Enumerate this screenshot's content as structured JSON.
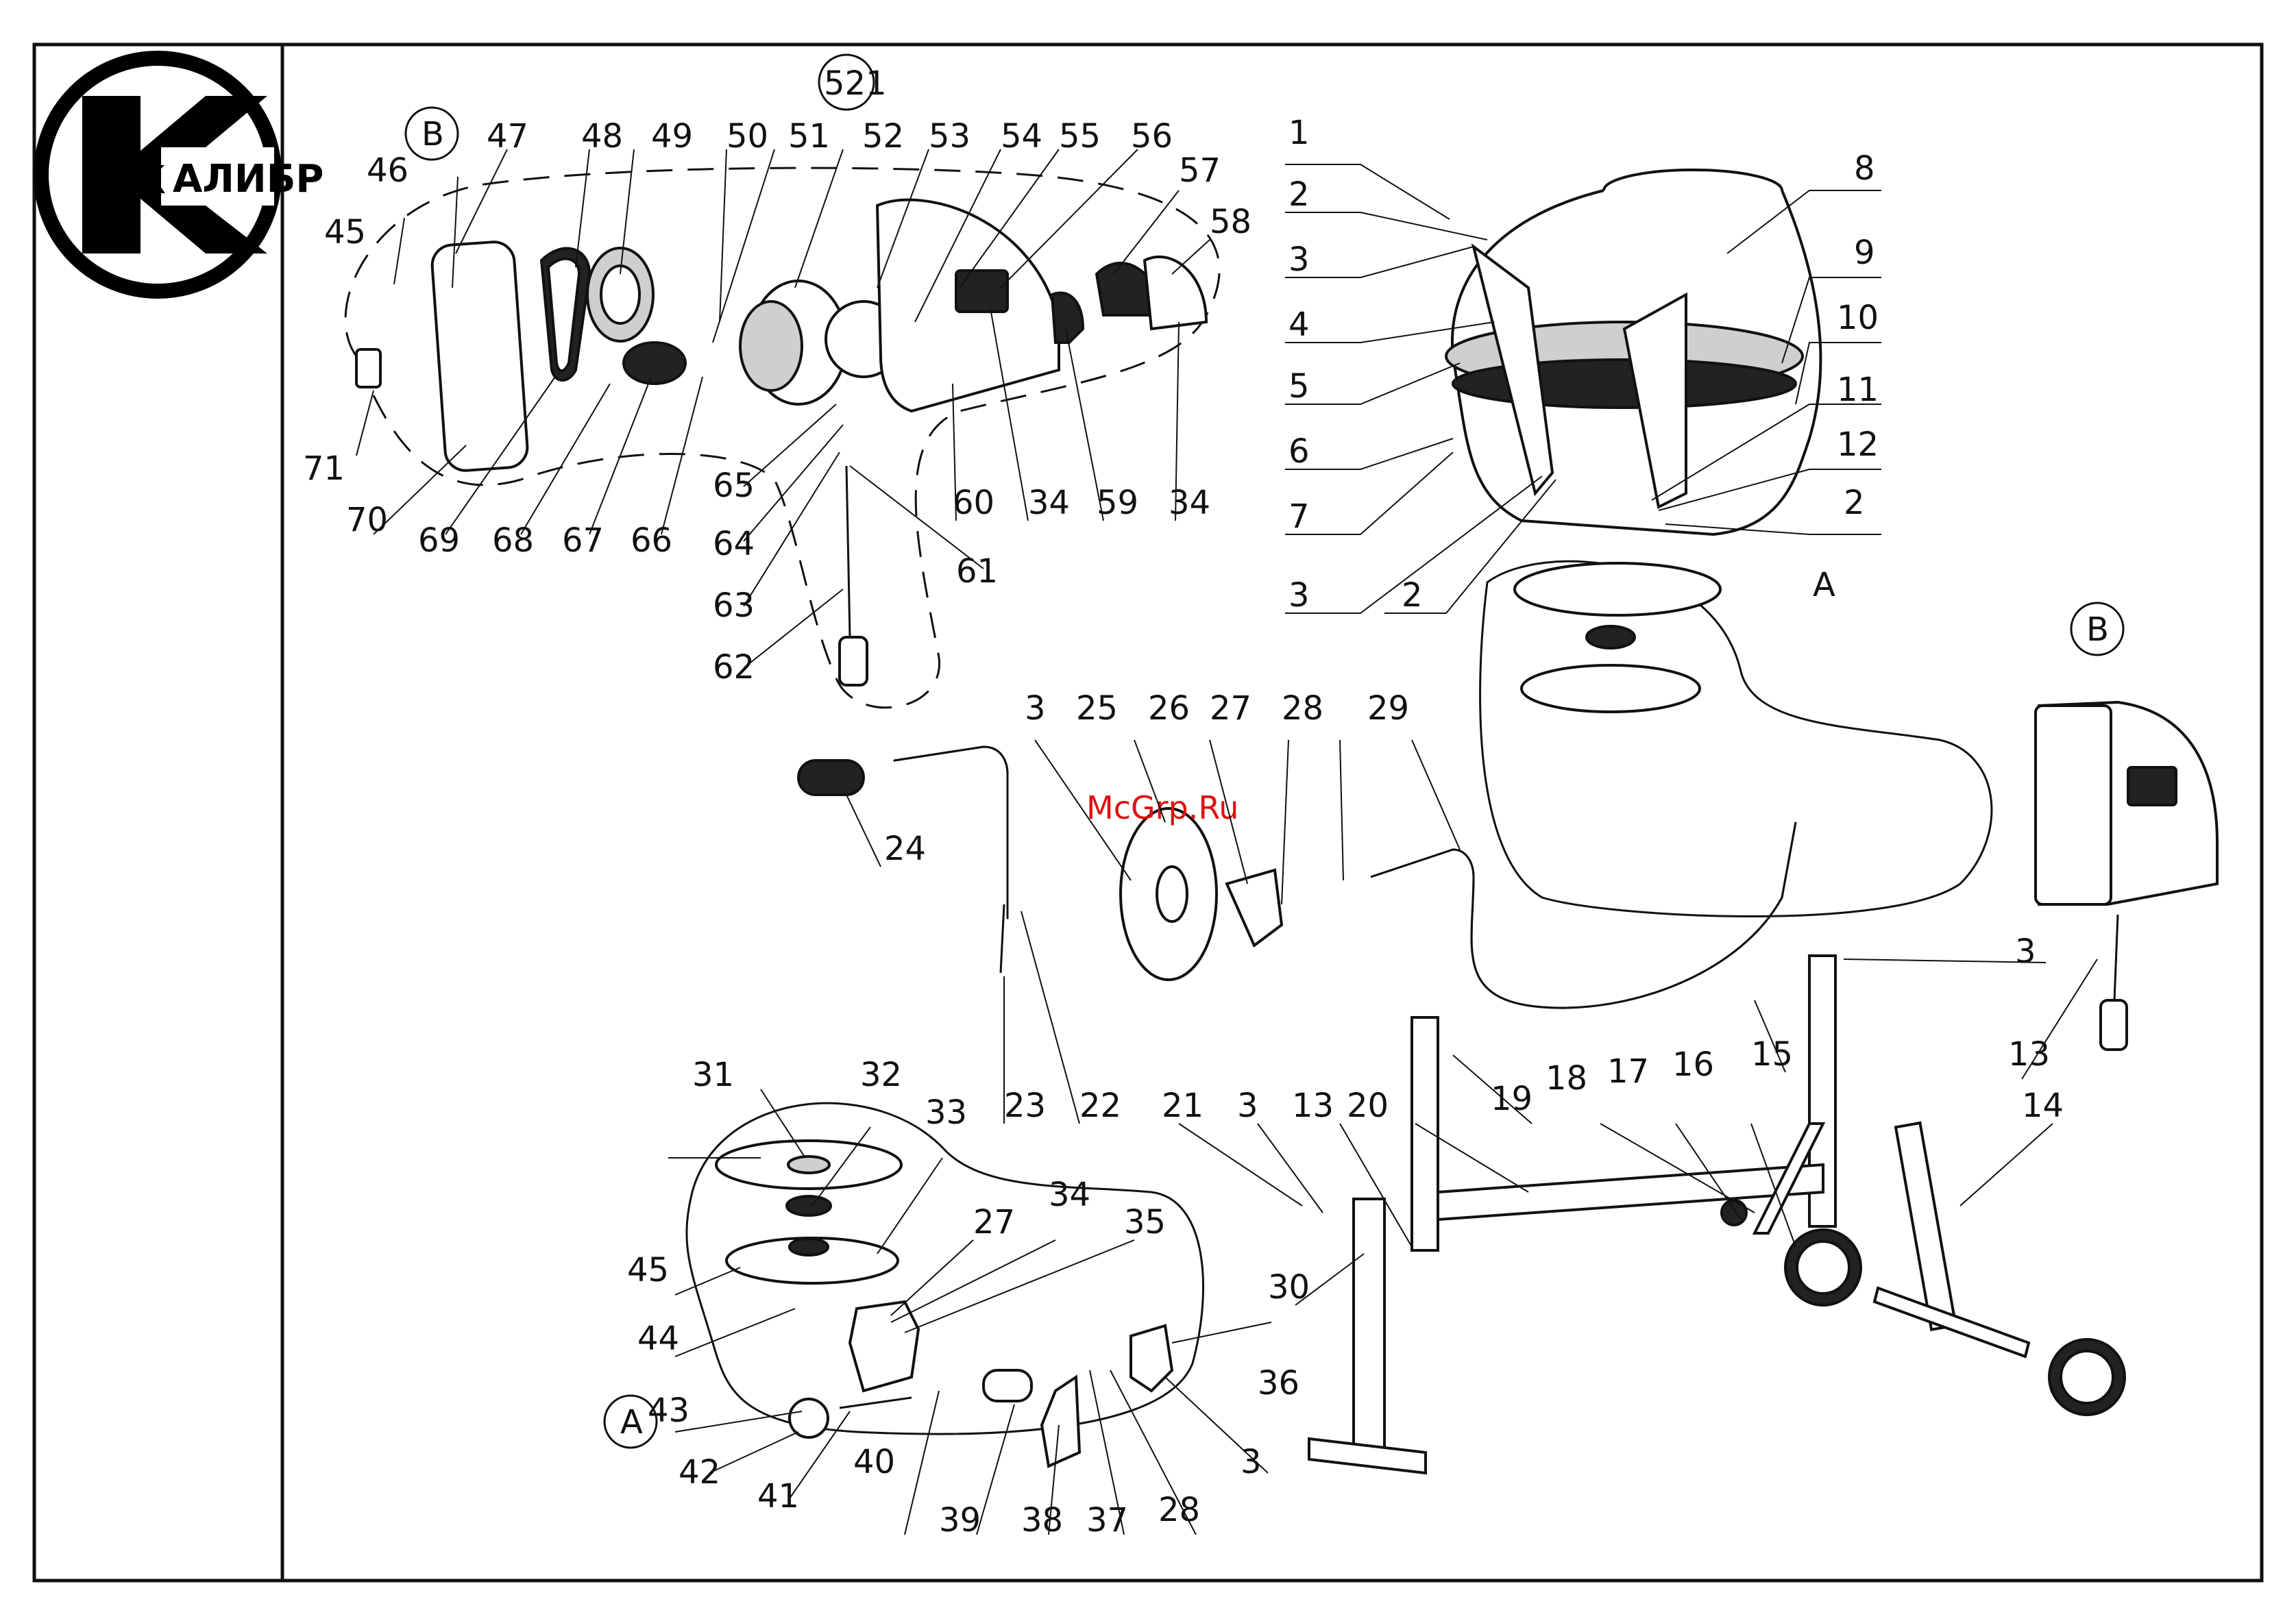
{
  "logo": {
    "letter": "К",
    "text": "АЛИБР"
  },
  "watermark": "McGrp.Ru",
  "callouts": [
    {
      "id": "c1",
      "label": "1"
    },
    {
      "id": "c2a",
      "label": "2"
    },
    {
      "id": "c3a",
      "label": "3"
    },
    {
      "id": "c4",
      "label": "4"
    },
    {
      "id": "c5",
      "label": "5"
    },
    {
      "id": "c6",
      "label": "6"
    },
    {
      "id": "c7",
      "label": "7"
    },
    {
      "id": "c3b",
      "label": "3"
    },
    {
      "id": "c2b",
      "label": "2"
    },
    {
      "id": "c8",
      "label": "8"
    },
    {
      "id": "c9",
      "label": "9"
    },
    {
      "id": "c10",
      "label": "10"
    },
    {
      "id": "c11",
      "label": "11"
    },
    {
      "id": "c12",
      "label": "12"
    },
    {
      "id": "c2c",
      "label": "2"
    },
    {
      "id": "c45a",
      "label": "45"
    },
    {
      "id": "c46",
      "label": "46"
    },
    {
      "id": "cBa",
      "label": "B"
    },
    {
      "id": "c47",
      "label": "47"
    },
    {
      "id": "c48",
      "label": "48"
    },
    {
      "id": "c49",
      "label": "49"
    },
    {
      "id": "c50",
      "label": "50"
    },
    {
      "id": "c51",
      "label": "51"
    },
    {
      "id": "c521",
      "label": "521"
    },
    {
      "id": "c52",
      "label": "52"
    },
    {
      "id": "c53",
      "label": "53"
    },
    {
      "id": "c54",
      "label": "54"
    },
    {
      "id": "c55",
      "label": "55"
    },
    {
      "id": "c56",
      "label": "56"
    },
    {
      "id": "c57",
      "label": "57"
    },
    {
      "id": "c58",
      "label": "58"
    },
    {
      "id": "c71",
      "label": "71"
    },
    {
      "id": "c70",
      "label": "70"
    },
    {
      "id": "c69",
      "label": "69"
    },
    {
      "id": "c68",
      "label": "68"
    },
    {
      "id": "c67",
      "label": "67"
    },
    {
      "id": "c66",
      "label": "66"
    },
    {
      "id": "c65",
      "label": "65"
    },
    {
      "id": "c64",
      "label": "64"
    },
    {
      "id": "c63",
      "label": "63"
    },
    {
      "id": "c62",
      "label": "62"
    },
    {
      "id": "c61",
      "label": "61"
    },
    {
      "id": "c60",
      "label": "60"
    },
    {
      "id": "c34a",
      "label": "34"
    },
    {
      "id": "c59",
      "label": "59"
    },
    {
      "id": "c34b",
      "label": "34"
    },
    {
      "id": "cAa",
      "label": "A"
    },
    {
      "id": "cBb",
      "label": "B"
    },
    {
      "id": "c3c",
      "label": "3"
    },
    {
      "id": "c25",
      "label": "25"
    },
    {
      "id": "c26",
      "label": "26"
    },
    {
      "id": "c27a",
      "label": "27"
    },
    {
      "id": "c28a",
      "label": "28"
    },
    {
      "id": "c29",
      "label": "29"
    },
    {
      "id": "c24",
      "label": "24"
    },
    {
      "id": "c3d",
      "label": "3"
    },
    {
      "id": "c13a",
      "label": "13"
    },
    {
      "id": "c23",
      "label": "23"
    },
    {
      "id": "c22",
      "label": "22"
    },
    {
      "id": "c21",
      "label": "21"
    },
    {
      "id": "c3e",
      "label": "3"
    },
    {
      "id": "c13b",
      "label": "13"
    },
    {
      "id": "c20",
      "label": "20"
    },
    {
      "id": "c19",
      "label": "19"
    },
    {
      "id": "c18",
      "label": "18"
    },
    {
      "id": "c17",
      "label": "17"
    },
    {
      "id": "c16",
      "label": "16"
    },
    {
      "id": "c15",
      "label": "15"
    },
    {
      "id": "c14",
      "label": "14"
    },
    {
      "id": "c30",
      "label": "30"
    },
    {
      "id": "cAb",
      "label": "A"
    },
    {
      "id": "c31",
      "label": "31"
    },
    {
      "id": "c32",
      "label": "32"
    },
    {
      "id": "c33",
      "label": "33"
    },
    {
      "id": "c27b",
      "label": "27"
    },
    {
      "id": "c34c",
      "label": "34"
    },
    {
      "id": "c35",
      "label": "35"
    },
    {
      "id": "c45b",
      "label": "45"
    },
    {
      "id": "c44",
      "label": "44"
    },
    {
      "id": "c36",
      "label": "36"
    },
    {
      "id": "c43",
      "label": "43"
    },
    {
      "id": "c42",
      "label": "42"
    },
    {
      "id": "c41",
      "label": "41"
    },
    {
      "id": "c40",
      "label": "40"
    },
    {
      "id": "c39",
      "label": "39"
    },
    {
      "id": "c38",
      "label": "38"
    },
    {
      "id": "c37",
      "label": "37"
    },
    {
      "id": "c28b",
      "label": "28"
    },
    {
      "id": "c3f",
      "label": "3"
    }
  ]
}
